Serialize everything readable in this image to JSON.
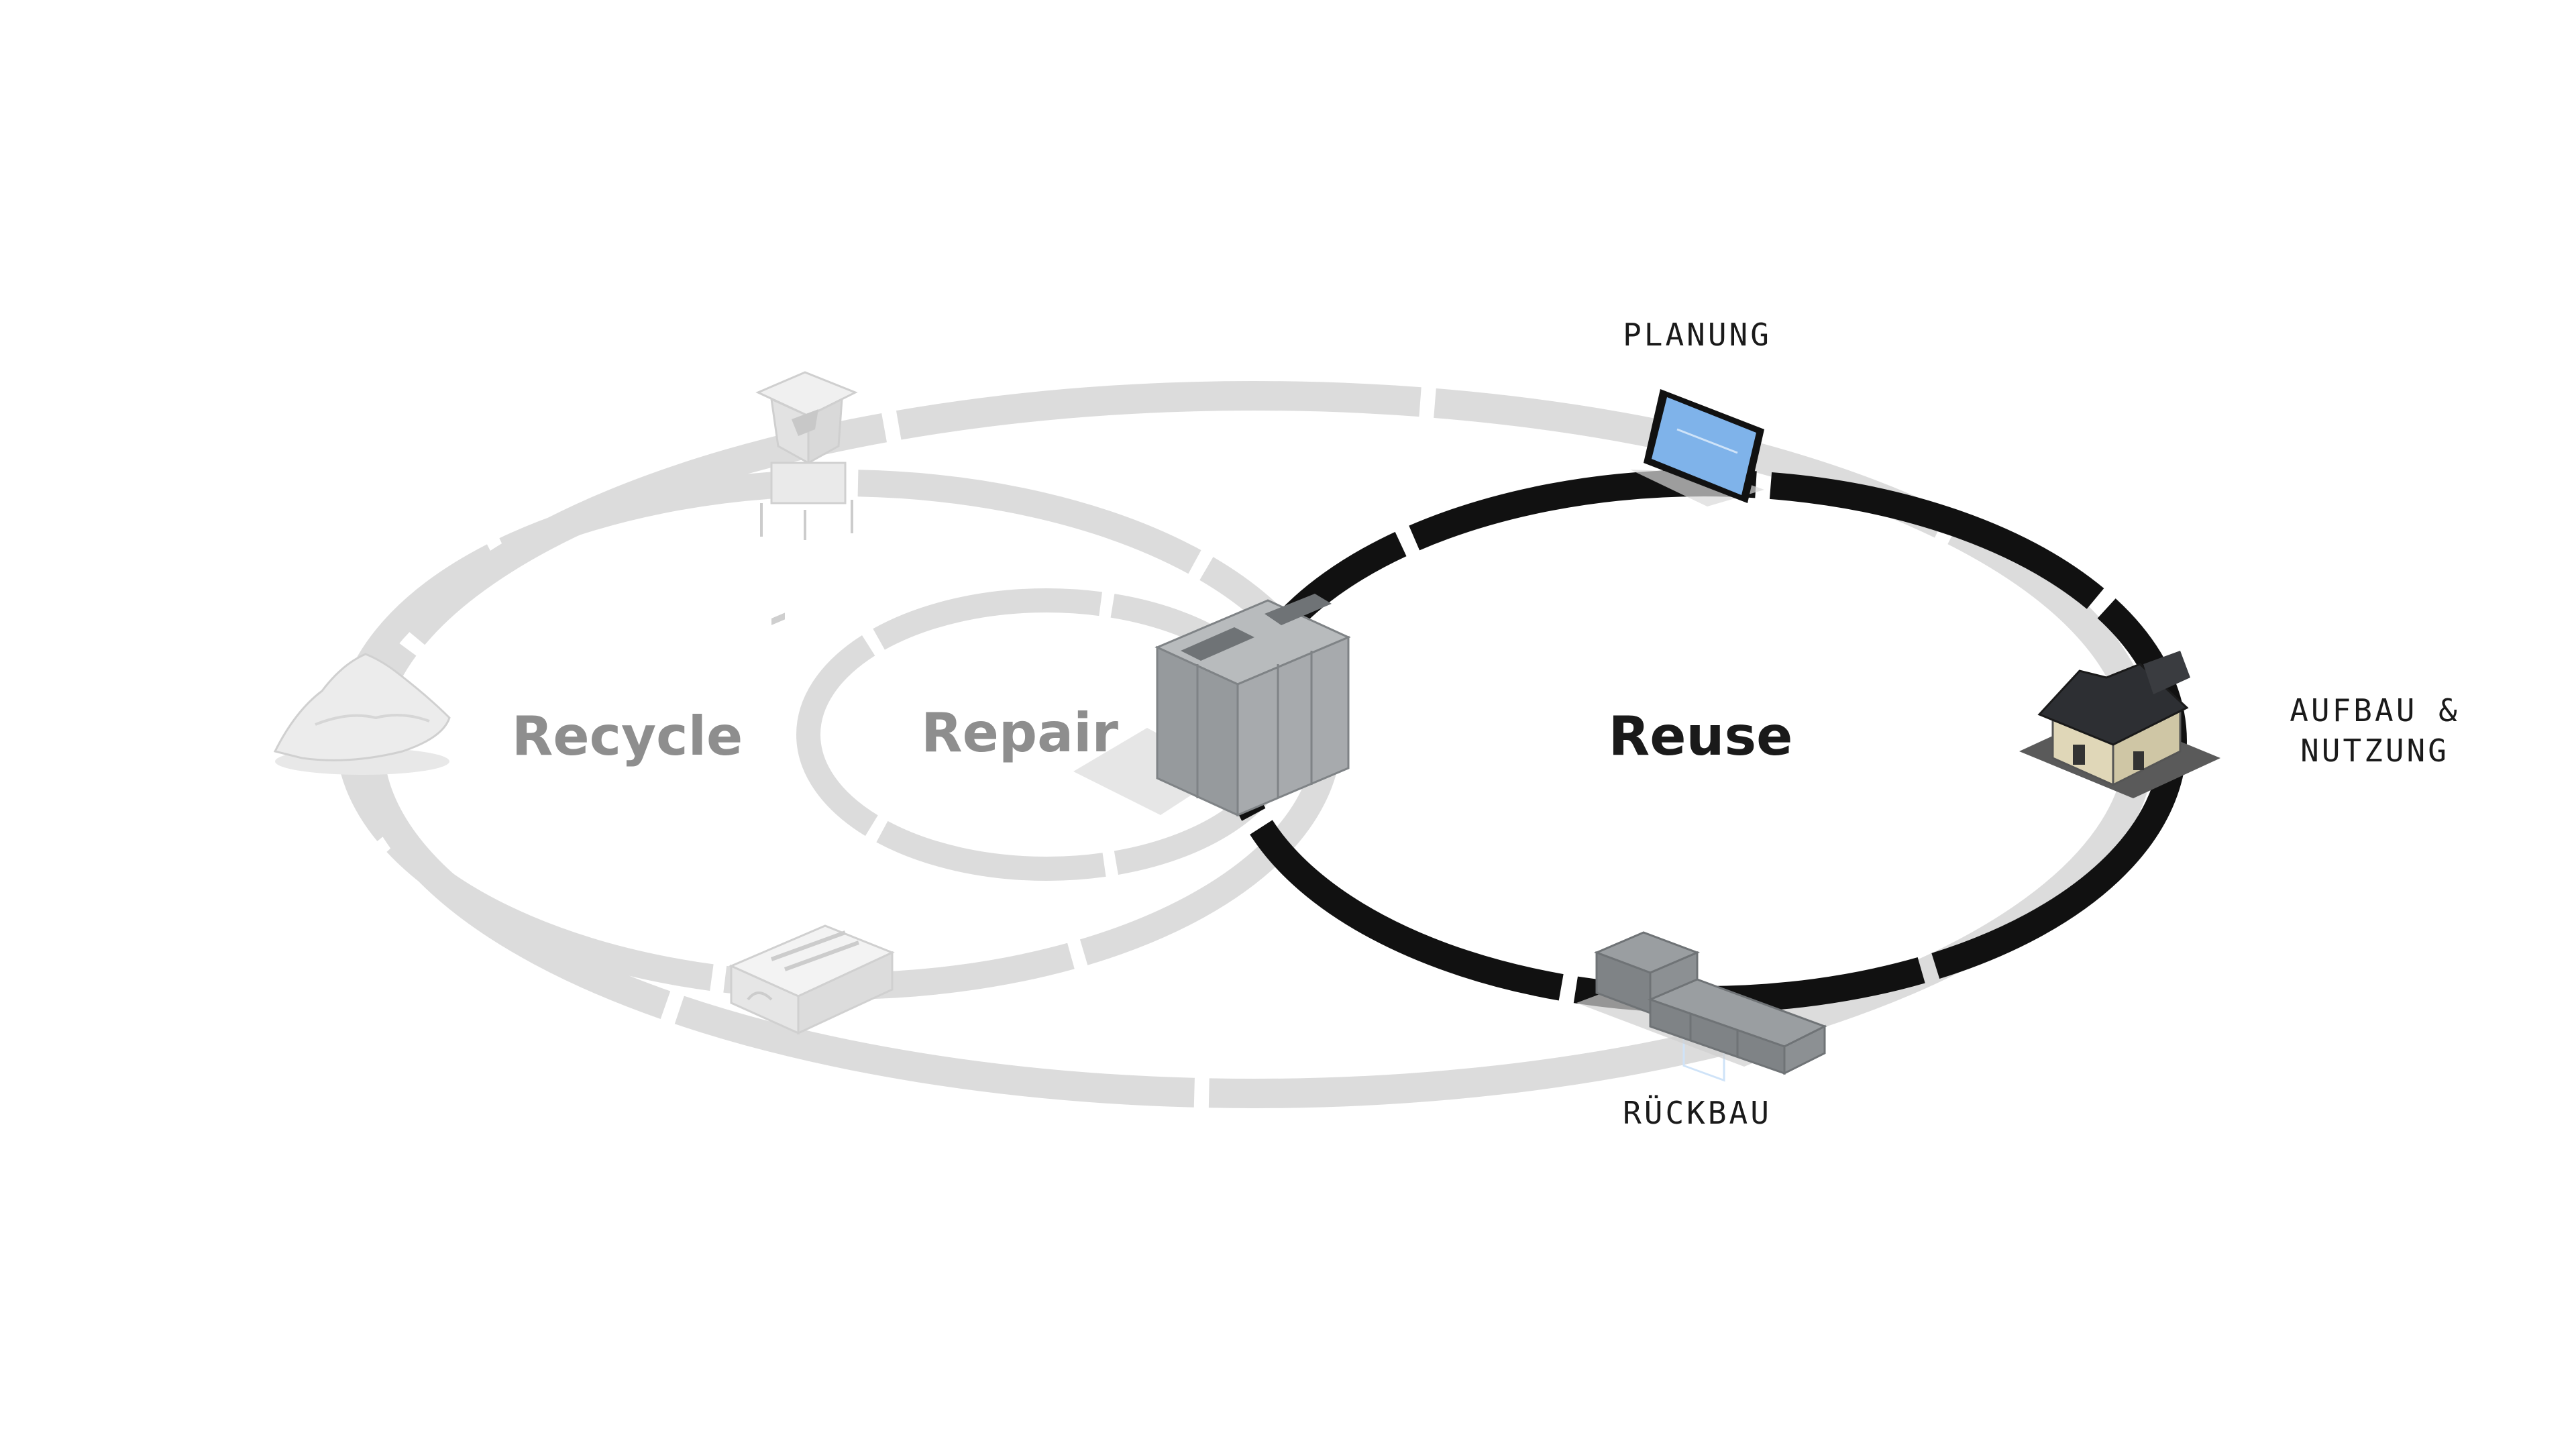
{
  "cycles": {
    "recycle": {
      "title": "Recycle",
      "color": "#8e8e8e"
    },
    "repair": {
      "title": "Repair",
      "color": "#8e8e8e"
    },
    "reuse": {
      "title": "Reuse",
      "color": "#1a1a1a"
    }
  },
  "stages": {
    "planung": "PLANUNG",
    "aufbau_line1": "AUFBAU &",
    "aufbau_line2": "NUTZUNG",
    "rueckbau": "RÜCKBAU"
  },
  "colors": {
    "inactive_ring": "#dcdcdc",
    "active_ring": "#111111",
    "background": "#ffffff",
    "screen": "#7fb3ea",
    "concrete": "#8f9396"
  },
  "icons": [
    "sand-pile-icon",
    "crusher-plant-icon",
    "factory-building-icon",
    "concrete-block-icon",
    "tablet-plan-icon",
    "house-icon",
    "wall-blocks-icon"
  ]
}
